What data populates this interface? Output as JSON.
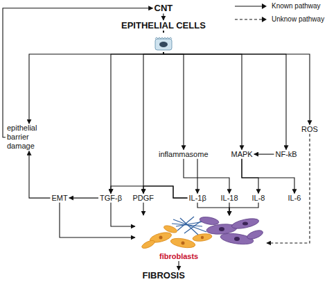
{
  "diagram": {
    "nodes": [
      {
        "text": [
          "CNT"
        ]
      },
      {
        "text": [
          "EPITHELIAL CELLS"
        ]
      },
      {
        "text": [
          "epithelial barrier damage"
        ]
      },
      {
        "text": [
          "inflammasome"
        ]
      },
      {
        "text": [
          "MAPK"
        ]
      },
      {
        "text": [
          "NF-kB"
        ]
      },
      {
        "text": [
          "ROS"
        ]
      },
      {
        "text": [
          "IL-1β"
        ]
      },
      {
        "text": [
          "IL-18"
        ]
      },
      {
        "text": [
          "IL-8"
        ]
      },
      {
        "text": [
          "IL-6"
        ]
      },
      {
        "text": [
          "EMT"
        ]
      },
      {
        "text": [
          "TGF-β"
        ]
      },
      {
        "text": [
          "PDGF"
        ]
      },
      {
        "text": [
          "fibroblasts"
        ]
      },
      {
        "text": [
          "FIBROSIS"
        ]
      }
    ],
    "edges": [
      {
        "from": 0,
        "to": 1,
        "arrow": "to"
      },
      {
        "from": 1,
        "to": 2,
        "arrow": "to"
      },
      {
        "from": 2,
        "to": 0,
        "arrow": "to"
      },
      {
        "from": 1,
        "to": 3,
        "arrow": "to"
      },
      {
        "from": 1,
        "to": 4,
        "arrow": "to"
      },
      {
        "from": 1,
        "to": 5,
        "arrow": "to"
      },
      {
        "from": 1,
        "to": 6,
        "arrow": "to"
      },
      {
        "from": 1,
        "to": 12,
        "arrow": "to"
      },
      {
        "from": 1,
        "to": 13,
        "arrow": "to"
      },
      {
        "from": 3,
        "to": 7,
        "arrow": "to"
      },
      {
        "from": 3,
        "to": 8,
        "arrow": "to"
      },
      {
        "from": 4,
        "to": 9,
        "arrow": "to"
      },
      {
        "from": 4,
        "to": 10,
        "arrow": "to"
      },
      {
        "from": 5,
        "to": 4,
        "arrow": "to"
      },
      {
        "from": 7,
        "to": 12,
        "arrow": "to"
      },
      {
        "from": 7,
        "to": 13,
        "arrow": "to"
      },
      {
        "from": 12,
        "to": 11,
        "arrow": "to"
      },
      {
        "from": 11,
        "to": 2,
        "arrow": "to"
      },
      {
        "from": 11,
        "to": 14,
        "arrow": "to"
      },
      {
        "from": 12,
        "to": 14,
        "arrow": "to"
      },
      {
        "from": 13,
        "to": 14,
        "arrow": "to"
      },
      {
        "from": 7,
        "to": 14,
        "arrow": "to"
      },
      {
        "from": 8,
        "to": 14,
        "arrow": "to"
      },
      {
        "from": 9,
        "to": 14,
        "arrow": "to"
      },
      {
        "from": 6,
        "to": 14,
        "arrow": "to"
      },
      {
        "from": 14,
        "to": 15,
        "arrow": "to"
      }
    ],
    "legend": [
      {
        "text": "Known pathway"
      },
      {
        "text": "Unknow pathway"
      }
    ]
  }
}
